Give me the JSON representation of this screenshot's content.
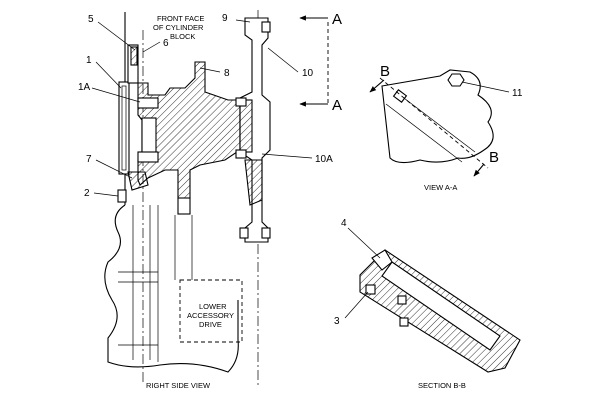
{
  "callouts": {
    "c1": "1",
    "c1a": "1A",
    "c2": "2",
    "c3": "3",
    "c4": "4",
    "c5": "5",
    "c6": "6",
    "c7": "7",
    "c8": "8",
    "c9": "9",
    "c10": "10",
    "c10a": "10A",
    "c11": "11"
  },
  "labels": {
    "front_face_line1": "FRONT FACE",
    "front_face_line2": "OF CYLINDER",
    "front_face_line3": "BLOCK",
    "lower_drive_line1": "LOWER",
    "lower_drive_line2": "ACCESSORY",
    "lower_drive_line3": "DRIVE"
  },
  "section_marks": {
    "a_top": "A",
    "a_bottom": "A",
    "b_top": "B",
    "b_bottom": "B"
  },
  "view_titles": {
    "right_side": "RIGHT SIDE VIEW",
    "view_a": "VIEW A-A",
    "section_b": "SECTION B-B"
  }
}
